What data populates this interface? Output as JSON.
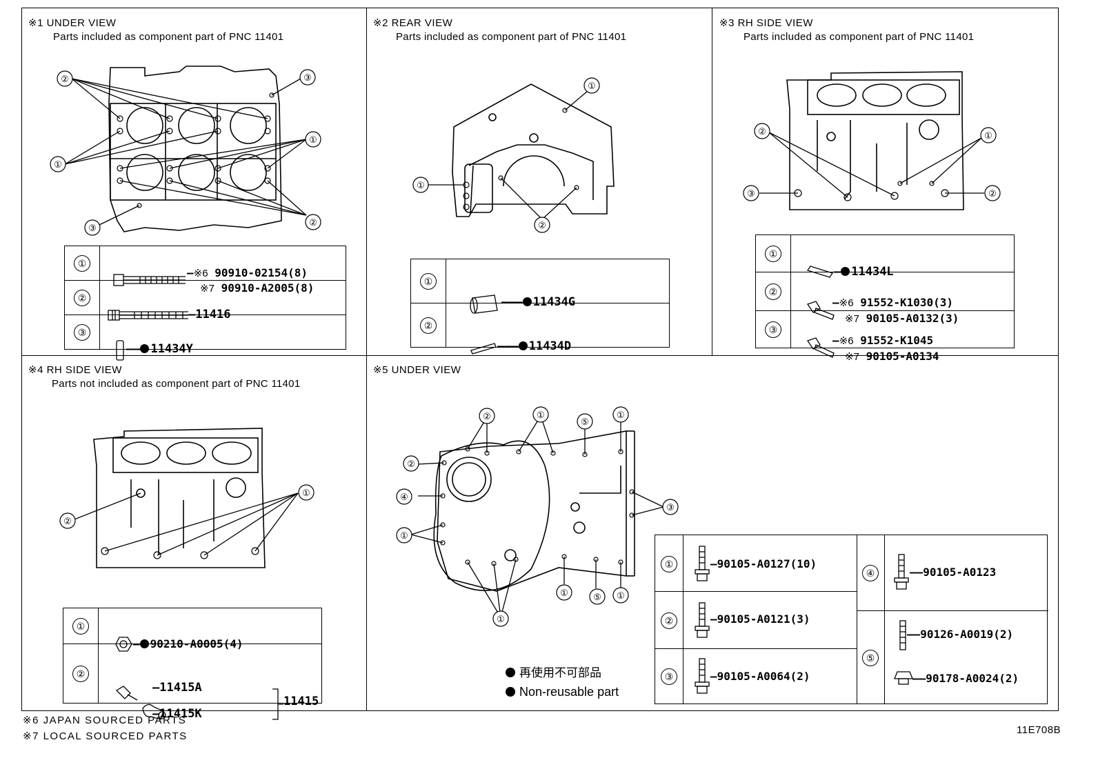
{
  "panels": {
    "p1": {
      "title": "※1 UNDER VIEW",
      "subtitle": "Parts included as component part of PNC 11401",
      "rows": [
        {
          "num": "①",
          "lines": [
            {
              "mark": "※6",
              "part": "90910-02154(8)"
            },
            {
              "mark": "※7",
              "part": "90910-A2005(8)"
            }
          ]
        },
        {
          "num": "②",
          "part": "11416"
        },
        {
          "num": "③",
          "part": "11434Y",
          "nonreusable": true
        }
      ]
    },
    "p2": {
      "title": "※2 REAR VIEW",
      "subtitle": "Parts included as component part of PNC 11401",
      "rows": [
        {
          "num": "①",
          "part": "11434G",
          "nonreusable": true
        },
        {
          "num": "②",
          "part": "11434D",
          "nonreusable": true
        }
      ]
    },
    "p3": {
      "title": "※3 RH SIDE VIEW",
      "subtitle": "Parts included as component part of PNC 11401",
      "rows": [
        {
          "num": "①",
          "part": "11434L",
          "nonreusable": true
        },
        {
          "num": "②",
          "lines": [
            {
              "mark": "※6",
              "part": "91552-K1030(3)"
            },
            {
              "mark": "※7",
              "part": "90105-A0132(3)"
            }
          ]
        },
        {
          "num": "③",
          "lines": [
            {
              "mark": "※6",
              "part": "91552-K1045"
            },
            {
              "mark": "※7",
              "part": "90105-A0134"
            }
          ]
        }
      ]
    },
    "p4": {
      "title": "※4 RH SIDE VIEW",
      "subtitle": "Parts not included as component part of PNC 11401",
      "rows": [
        {
          "num": "①",
          "part": "90210-A0005(4)",
          "nonreusable": true
        },
        {
          "num": "②",
          "parts": [
            "11415A",
            "11415K"
          ],
          "assembly": "11415"
        }
      ]
    },
    "p5": {
      "title": "※5 UNDER VIEW",
      "rows": [
        {
          "num": "①",
          "part": "90105-A0127(10)"
        },
        {
          "num": "②",
          "part": "90105-A0121(3)"
        },
        {
          "num": "③",
          "part": "90105-A0064(2)"
        },
        {
          "num": "④",
          "part": "90105-A0123"
        },
        {
          "num": "⑤",
          "parts": [
            "90126-A0019(2)",
            "90178-A0024(2)"
          ]
        }
      ],
      "legend": {
        "ja": "再使用不可部品",
        "en": "Non-reusable part"
      }
    }
  },
  "callouts": {
    "c1": "①",
    "c2": "②",
    "c3": "③",
    "c4": "④",
    "c5": "⑤"
  },
  "footer": {
    "note6": "※6 JAPAN SOURCED PARTS",
    "note7": "※7 LOCAL SOURCED PARTS",
    "code": "11E708B"
  }
}
